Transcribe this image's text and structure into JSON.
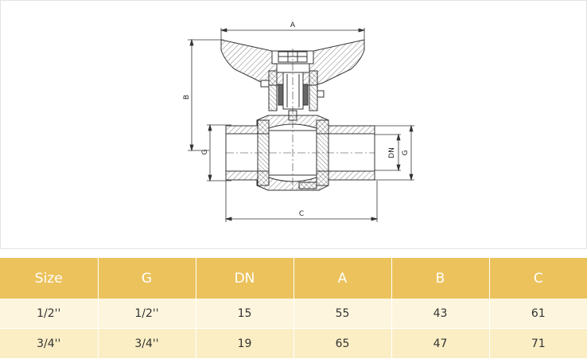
{
  "drawing": {
    "labels": {
      "a": "A",
      "b": "B",
      "c": "C",
      "g_left": "G",
      "g_right": "G",
      "dn": "DN"
    }
  },
  "table": {
    "headers": [
      "Size",
      "G",
      "DN",
      "A",
      "B",
      "C"
    ],
    "rows": [
      [
        "1/2''",
        "1/2''",
        "15",
        "55",
        "43",
        "61"
      ],
      [
        "3/4''",
        "3/4''",
        "19",
        "65",
        "47",
        "71"
      ]
    ]
  },
  "colors": {
    "header_bg": "#ecc25c",
    "row1_bg": "#fdf5dd",
    "row2_bg": "#fbeec5"
  }
}
